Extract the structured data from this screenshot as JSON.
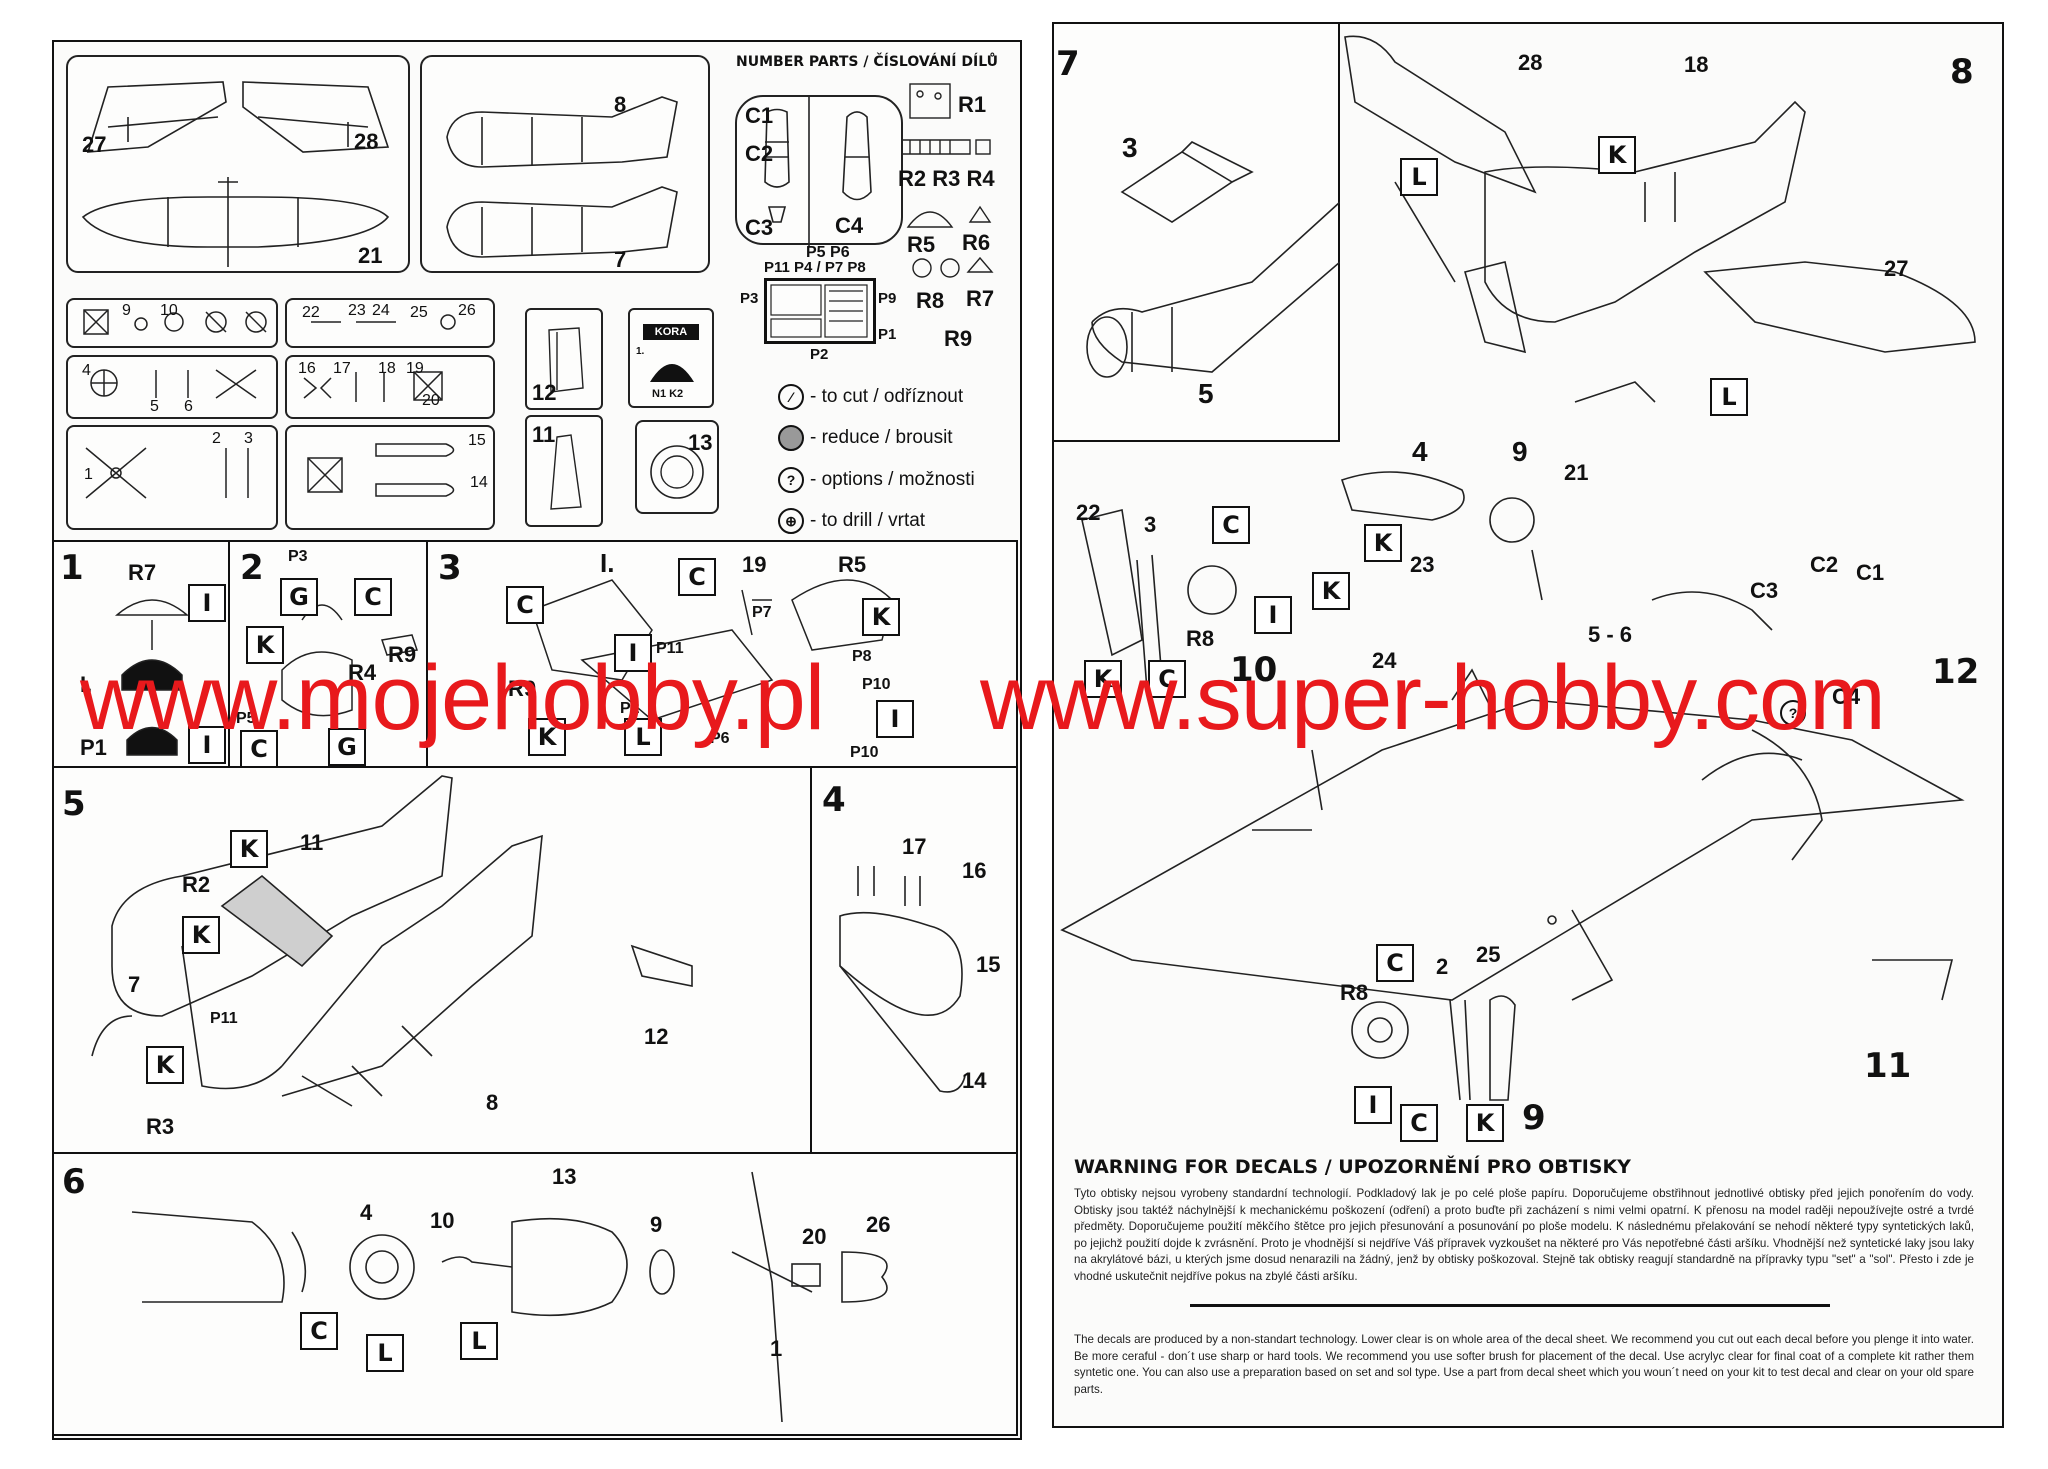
{
  "parts_header": "NUMBER PARTS / ČÍSLOVÁNÍ DÍLŮ",
  "watermark": {
    "left": "www.mojehobby.pl",
    "right": "www.super-hobby.com",
    "color": "#e8191c"
  },
  "overview_boxes": {
    "box_a": {
      "p27": "27",
      "p28": "28",
      "p21": "21"
    },
    "box_b": {
      "p8": "8",
      "p7": "7"
    },
    "row1": [
      "9",
      "10",
      "22",
      "23",
      "24",
      "25",
      "26"
    ],
    "row2": [
      "4",
      "5",
      "6",
      "16",
      "17",
      "18",
      "19",
      "20"
    ],
    "row3": [
      "1",
      "2",
      "3",
      "15",
      "14"
    ],
    "cowl": {
      "p12": "12",
      "p11": "11",
      "p13": "13"
    },
    "brand": {
      "name": "KORA",
      "tag": "N1 K2",
      "idx": "1."
    }
  },
  "resin_parts": {
    "canopy": [
      "C1",
      "C2",
      "C3",
      "C4"
    ],
    "etch": [
      "P5 P6",
      "P11 P4 / P7 P8",
      "P3",
      "P9",
      "P1",
      "P2"
    ],
    "resin": [
      "R1",
      "R2 R3 R4",
      "R5",
      "R6",
      "R8",
      "R7",
      "R9"
    ]
  },
  "legend": [
    {
      "icon": "cut-icon",
      "text": "- to cut / odříznout"
    },
    {
      "icon": "reduce-icon",
      "text": "- reduce / brousit"
    },
    {
      "icon": "options-icon",
      "text": "- options / možnosti"
    },
    {
      "icon": "drill-icon",
      "text": "- to drill / vrtat"
    }
  ],
  "steps": {
    "s1": {
      "num": "1",
      "labels": [
        "R7",
        "I.",
        "P1"
      ],
      "sq": [
        "I",
        "I"
      ]
    },
    "s2": {
      "num": "2",
      "labels": [
        "P3",
        "R9",
        "R4",
        "P5"
      ],
      "sq": [
        "G",
        "C",
        "K",
        "C",
        "G"
      ]
    },
    "s3": {
      "num": "3",
      "labels": [
        "I.",
        "19",
        "R5",
        "P7",
        "P11",
        "P8",
        "P10",
        "P6",
        "P2",
        "P10",
        "R9"
      ],
      "sq": [
        "C",
        "C",
        "I",
        "K",
        "K",
        "L",
        "I"
      ]
    },
    "s4": {
      "num": "4",
      "labels": [
        "17",
        "16",
        "15",
        "14"
      ]
    },
    "s5": {
      "num": "5",
      "labels": [
        "11",
        "R2",
        "7",
        "P11",
        "R3",
        "8",
        "12"
      ],
      "sq": [
        "K",
        "K",
        "K"
      ]
    },
    "s6": {
      "num": "6",
      "labels": [
        "4",
        "10",
        "13",
        "9",
        "20",
        "26",
        "1"
      ],
      "sq": [
        "C",
        "L",
        "L"
      ]
    },
    "s7": {
      "num": "7",
      "labels": [
        "3",
        "5"
      ]
    },
    "s8": {
      "num": "8",
      "labels": [
        "28",
        "18",
        "27",
        "21"
      ],
      "sq": [
        "K",
        "L",
        "L"
      ]
    },
    "s9": {
      "num": "9",
      "labels": [
        "22",
        "3",
        "R8",
        "4",
        "9",
        "23",
        "24",
        "5 - 6"
      ],
      "sq": [
        "C",
        "I",
        "K",
        "K",
        "K",
        "C"
      ]
    },
    "s10": {
      "num": "10"
    },
    "s11": {
      "num": "11"
    },
    "s12": {
      "num": "12",
      "labels": [
        "C3",
        "C2",
        "C1",
        "C4"
      ]
    },
    "s9b": {
      "num": "9",
      "labels": [
        "R8",
        "2",
        "25"
      ],
      "sq": [
        "C",
        "I",
        "C",
        "K"
      ]
    }
  },
  "warning": {
    "title": "WARNING FOR DECALS / UPOZORNĚNÍ PRO OBTISKY",
    "czech": "Tyto obtisky nejsou vyrobeny standardní technologií. Podkladový lak je po celé ploše papíru. Doporučujeme obstřihnout jednotlivé obtisky před jejich ponořením do vody. Obtisky jsou taktéž náchylnější k mechanickému poškození (odření) a proto buďte při zacházení s nimi velmi opatrní. K přenosu na model raději nepoužívejte ostré a tvrdé předměty. Doporučujeme použití měkčího štětce pro jejich přesunování a posunování po ploše modelu. K následnému přelakování se nehodí některé typy syntetických laků, po jejichž použití dojde k zvrásnění. Proto je vhodnější si nejdříve Váš přípravek vyzkoušet na některé pro Vás nepotřebné části aršíku. Vhodnější než syntetické laky jsou laky na akrylátové bázi, u kterých jsme dosud nenarazili na žádný, jenž by obtisky poškozoval. Stejně tak obtisky reagují standardně na přípravky typu \"set\" a \"sol\". Přesto i zde je vhodné uskutečnit nejdříve pokus na zbylé části aršíku.",
    "english": "The decals are produced by a non-standart technology. Lower clear is on whole area of the decal sheet. We recommend you cut out each decal before you plenge it into water. Be more ceraful - don´t use sharp or hard tools. We recommend you use softer brush for placement of the decal. Use acrylyc clear for final coat of a complete kit rather them syntetic one. You can also use a preparation based on set and sol type. Use a part from decal sheet which you woun´t need on your kit to test decal and clear on your old spare parts."
  }
}
